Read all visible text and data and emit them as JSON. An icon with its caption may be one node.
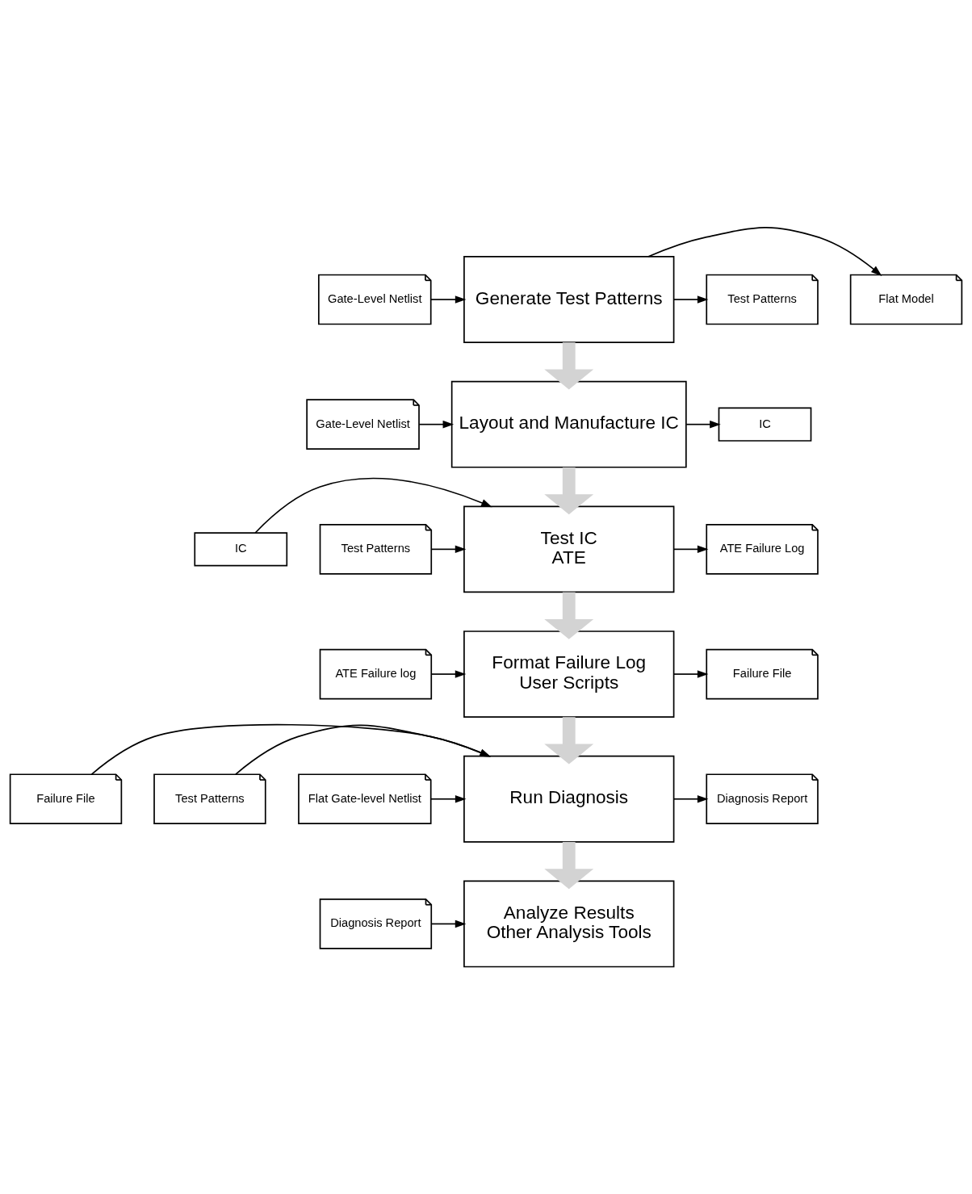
{
  "diagram": {
    "nodes": [
      {
        "text": [
          "Generate Test Patterns"
        ]
      },
      {
        "text": [
          "Gate-Level Netlist"
        ]
      },
      {
        "text": [
          "Flat Model"
        ]
      },
      {
        "text": [
          "Test Patterns"
        ]
      },
      {
        "text": [
          "Layout and Manufacture IC"
        ]
      },
      {
        "text": [
          "Gate-Level Netlist"
        ]
      },
      {
        "text": [
          "IC"
        ]
      },
      {
        "text": [
          "Test IC",
          "ATE"
        ]
      },
      {
        "text": [
          "IC"
        ]
      },
      {
        "text": [
          "Test Patterns"
        ]
      },
      {
        "text": [
          "ATE Failure Log"
        ]
      },
      {
        "text": [
          "Format Failure Log",
          "User Scripts"
        ]
      },
      {
        "text": [
          "ATE Failure log"
        ]
      },
      {
        "text": [
          "Failure File"
        ]
      },
      {
        "text": [
          "Run Diagnosis"
        ]
      },
      {
        "text": [
          "Failure File"
        ]
      },
      {
        "text": [
          "Test Patterns"
        ]
      },
      {
        "text": [
          "Flat Gate-level Netlist"
        ]
      },
      {
        "text": [
          "Diagnosis Report"
        ]
      },
      {
        "text": [
          "Analyze Results",
          "Other Analysis Tools"
        ]
      },
      {
        "text": [
          "Diagnosis Report"
        ]
      }
    ],
    "edges": [
      {
        "from": 1,
        "to": 0,
        "arrow": "to"
      },
      {
        "from": 0,
        "to": 2,
        "arrow": "to"
      },
      {
        "from": 0,
        "to": 3,
        "arrow": "to"
      },
      {
        "from": 0,
        "to": 4,
        "arrow": "to",
        "style": "thick",
        "color": "#d3d3d3"
      },
      {
        "from": 5,
        "to": 4,
        "arrow": "to"
      },
      {
        "from": 4,
        "to": 6,
        "arrow": "to"
      },
      {
        "from": 4,
        "to": 7,
        "arrow": "to",
        "style": "thick",
        "color": "#d3d3d3"
      },
      {
        "from": 8,
        "to": 7,
        "arrow": "to"
      },
      {
        "from": 9,
        "to": 7,
        "arrow": "to"
      },
      {
        "from": 7,
        "to": 10,
        "arrow": "to"
      },
      {
        "from": 7,
        "to": 11,
        "arrow": "to",
        "style": "thick",
        "color": "#d3d3d3"
      },
      {
        "from": 12,
        "to": 11,
        "arrow": "to"
      },
      {
        "from": 11,
        "to": 13,
        "arrow": "to"
      },
      {
        "from": 11,
        "to": 14,
        "arrow": "to",
        "style": "thick",
        "color": "#d3d3d3"
      },
      {
        "from": 15,
        "to": 14,
        "arrow": "to"
      },
      {
        "from": 16,
        "to": 14,
        "arrow": "to"
      },
      {
        "from": 17,
        "to": 14,
        "arrow": "to"
      },
      {
        "from": 14,
        "to": 18,
        "arrow": "to"
      },
      {
        "from": 14,
        "to": 19,
        "arrow": "to",
        "style": "thick",
        "color": "#d3d3d3"
      },
      {
        "from": 20,
        "to": 19,
        "arrow": "to"
      }
    ]
  }
}
